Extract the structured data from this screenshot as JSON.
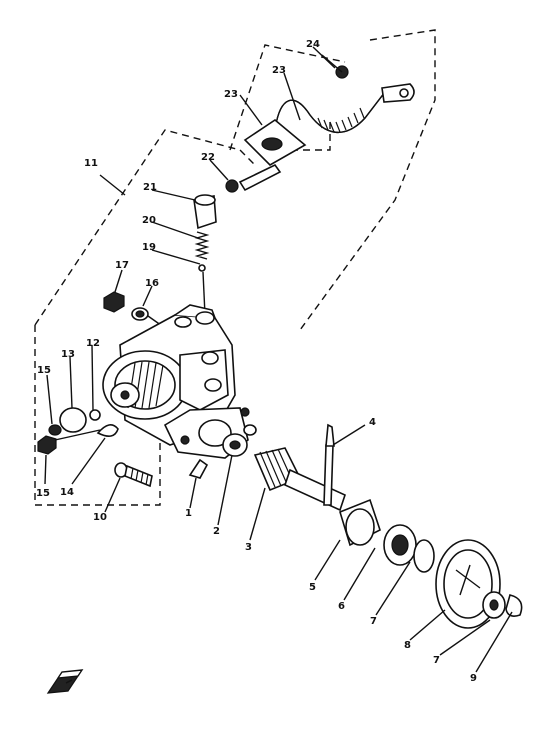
{
  "labels": [
    {
      "id": "p1",
      "text": "1"
    },
    {
      "id": "p2",
      "text": "2"
    },
    {
      "id": "p3",
      "text": "3"
    },
    {
      "id": "p4",
      "text": "4"
    },
    {
      "id": "p5",
      "text": "5"
    },
    {
      "id": "p6",
      "text": "6"
    },
    {
      "id": "p7a",
      "text": "7"
    },
    {
      "id": "p8",
      "text": "8"
    },
    {
      "id": "p7b",
      "text": "7"
    },
    {
      "id": "p9",
      "text": "9"
    },
    {
      "id": "p10",
      "text": "10"
    },
    {
      "id": "p11",
      "text": "11"
    },
    {
      "id": "p12",
      "text": "12"
    },
    {
      "id": "p13",
      "text": "13"
    },
    {
      "id": "p14",
      "text": "14"
    },
    {
      "id": "p15a",
      "text": "15"
    },
    {
      "id": "p15b",
      "text": "15"
    },
    {
      "id": "p16",
      "text": "16"
    },
    {
      "id": "p17",
      "text": "17"
    },
    {
      "id": "p19",
      "text": "19"
    },
    {
      "id": "p20",
      "text": "20"
    },
    {
      "id": "p21",
      "text": "21"
    },
    {
      "id": "p22",
      "text": "22"
    },
    {
      "id": "p23a",
      "text": "23"
    },
    {
      "id": "p23b",
      "text": "23"
    },
    {
      "id": "p24",
      "text": "24"
    }
  ]
}
